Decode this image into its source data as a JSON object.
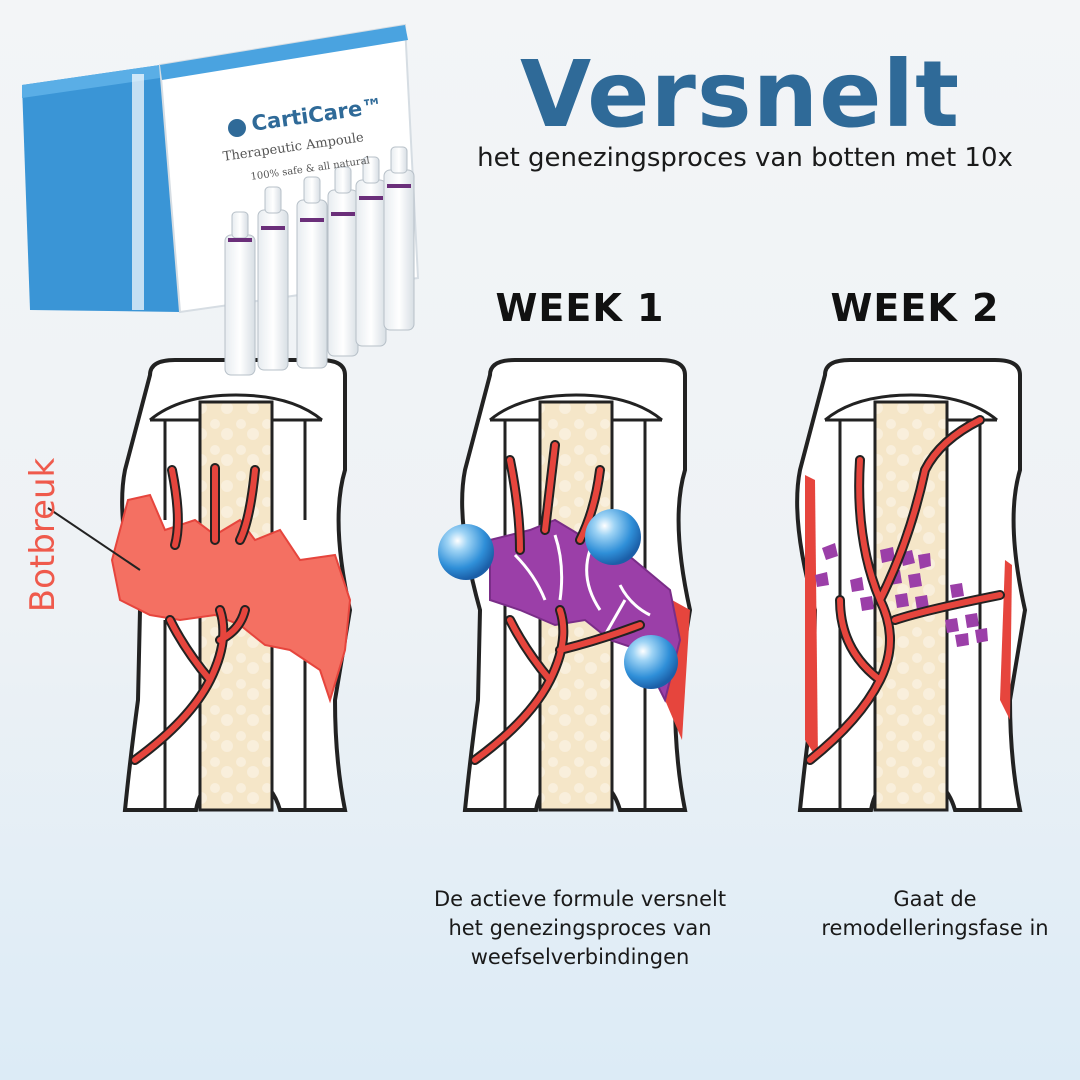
{
  "header": {
    "headline": "Versnelt",
    "subline": "het genezingsproces van botten met 10x"
  },
  "product": {
    "brand": "CartiCare™",
    "name": "Therapeutic Ampoule",
    "tagline": "100% safe & all natural",
    "ampoule_label": "Therapeutic Ampoule"
  },
  "stages": [
    {
      "label": "Botbreuk",
      "caption": ""
    },
    {
      "label": "WEEK 1",
      "caption_lines": [
        "De actieve formule versnelt",
        "het genezingsproces van",
        "weefselverbindingen"
      ]
    },
    {
      "label": "WEEK 2",
      "caption_lines": [
        "Gaat de",
        "remodelleringsfase in"
      ]
    }
  ],
  "colors": {
    "headline": "#2f6a98",
    "fracture": "#ef5a4c",
    "vessel": "#e6453d",
    "callus": "#9b3fa8",
    "marrow": "#f6e7cc",
    "box": "#3a95d6"
  }
}
